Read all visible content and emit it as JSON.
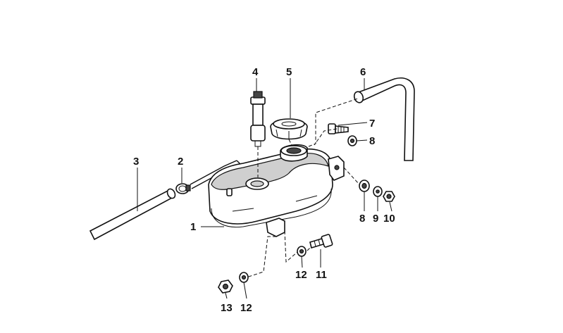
{
  "callouts": [
    {
      "id": "c1",
      "text": "1"
    },
    {
      "id": "c2",
      "text": "2"
    },
    {
      "id": "c3",
      "text": "3"
    },
    {
      "id": "c4",
      "text": "4"
    },
    {
      "id": "c5",
      "text": "5"
    },
    {
      "id": "c6",
      "text": "6"
    },
    {
      "id": "c7",
      "text": "7"
    },
    {
      "id": "c8a",
      "text": "8"
    },
    {
      "id": "c8b",
      "text": "8"
    },
    {
      "id": "c9",
      "text": "9"
    },
    {
      "id": "c10",
      "text": "10"
    },
    {
      "id": "c11",
      "text": "11"
    },
    {
      "id": "c12a",
      "text": "12"
    },
    {
      "id": "c12b",
      "text": "12"
    },
    {
      "id": "c13",
      "text": "13"
    }
  ],
  "colors": {
    "line": "#111111",
    "fill": "#ffffff",
    "shade": "#cfcfcf"
  }
}
